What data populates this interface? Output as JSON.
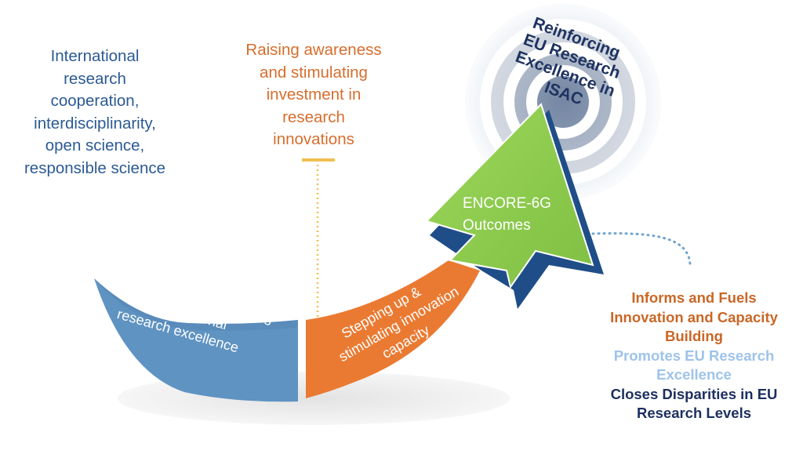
{
  "left_note": {
    "lines": [
      "International",
      "research",
      "cooperation,",
      "interdisciplinarity,",
      "open science,",
      "responsible science"
    ]
  },
  "top_note": {
    "lines": [
      "Raising awareness",
      "and stimulating",
      "investment in",
      "research",
      "innovations"
    ]
  },
  "stage_1": {
    "lines": [
      "Stepping up & stimulating",
      "multidimensional",
      "research excellence"
    ]
  },
  "stage_2": {
    "lines": [
      "Stepping up &",
      "stimulating innovation",
      "capacity"
    ]
  },
  "arrow": {
    "lines": [
      "ENCORE-6G",
      "Outcomes"
    ]
  },
  "target": {
    "lines": [
      "Reinforcing",
      "EU Research",
      "Excellence in",
      "ISAC"
    ]
  },
  "effects": {
    "informs": [
      "Informs and Fuels",
      "Innovation and Capacity",
      "Building"
    ],
    "promotes": [
      "Promotes EU Research",
      "Excellence"
    ],
    "closes": [
      "Closes Disparities in EU",
      "Research Levels"
    ]
  },
  "colors": {
    "stage_1": "#5f93c2",
    "stage_2": "#ea7a32",
    "arrow_fill": "#8cc84b",
    "arrow_shadow": "#1f4d88",
    "target_text": "#1e3360",
    "note_blue": "#2b5a93",
    "note_orange": "#d66e2d"
  }
}
